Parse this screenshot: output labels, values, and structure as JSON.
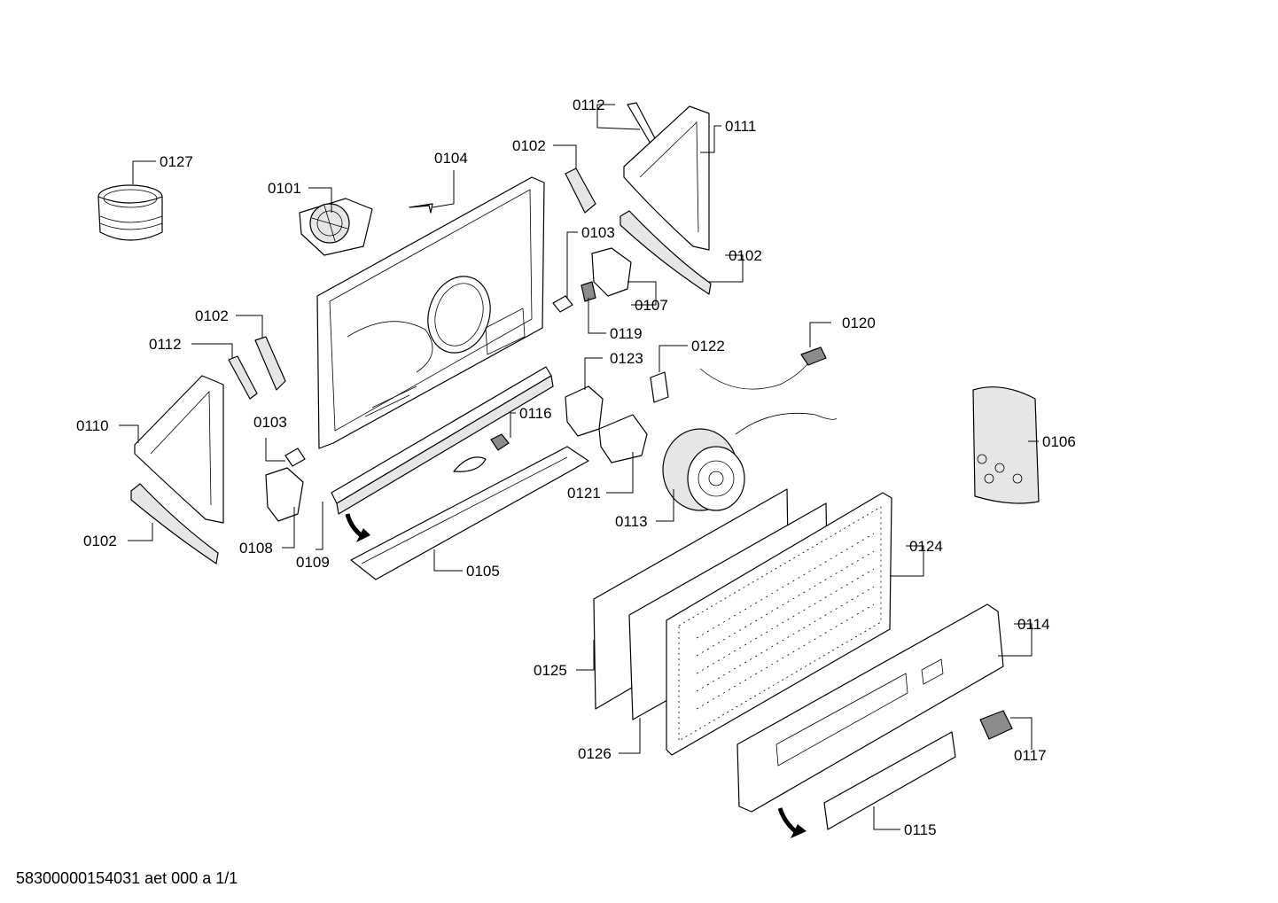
{
  "labels": {
    "p0127": "0127",
    "p0101": "0101",
    "p0104": "0104",
    "p0102_top": "0102",
    "p0112_top": "0112",
    "p0111": "0111",
    "p0103_top": "0103",
    "p0102_right": "0102",
    "p0107": "0107",
    "p0119": "0119",
    "p0102_left": "0102",
    "p0112_left": "0112",
    "p0120": "0120",
    "p0122": "0122",
    "p0123": "0123",
    "p0110": "0110",
    "p0103_left": "0103",
    "p0116": "0116",
    "p0106": "0106",
    "p0121": "0121",
    "p0113": "0113",
    "p0102_bottom": "0102",
    "p0108": "0108",
    "p0109": "0109",
    "p0105": "0105",
    "p0124": "0124",
    "p0114": "0114",
    "p0125": "0125",
    "p0126": "0126",
    "p0117": "0117",
    "p0115": "0115"
  },
  "footer": "58300000154031 aet 000 a 1/1"
}
